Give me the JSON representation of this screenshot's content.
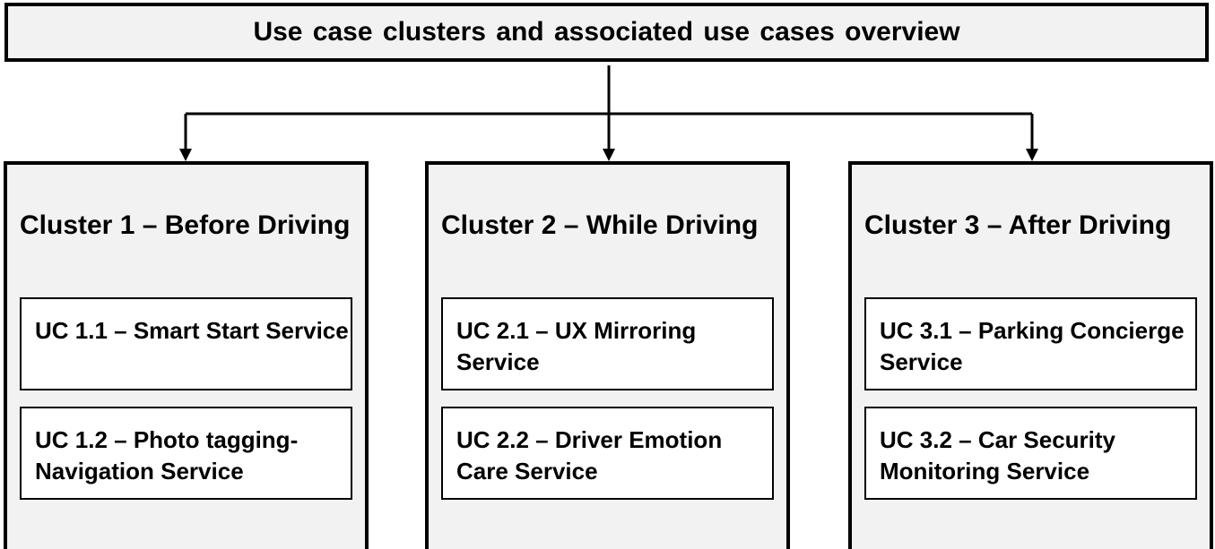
{
  "title": "Use case clusters and associated use cases overview",
  "clusters": [
    {
      "title": "Cluster 1 – Before Driving",
      "use_cases": [
        "UC 1.1 – Smart Start Service",
        "UC 1.2 – Photo tagging-Navigation Service"
      ]
    },
    {
      "title": "Cluster 2 – While Driving",
      "use_cases": [
        "UC 2.1 – UX Mirroring Service",
        "UC 2.2 – Driver Emotion Care Service"
      ]
    },
    {
      "title": "Cluster 3 – After Driving",
      "use_cases": [
        "UC 3.1 – Parking Concierge Service",
        "UC 3.2 – Car Security Monitoring Service"
      ]
    }
  ]
}
